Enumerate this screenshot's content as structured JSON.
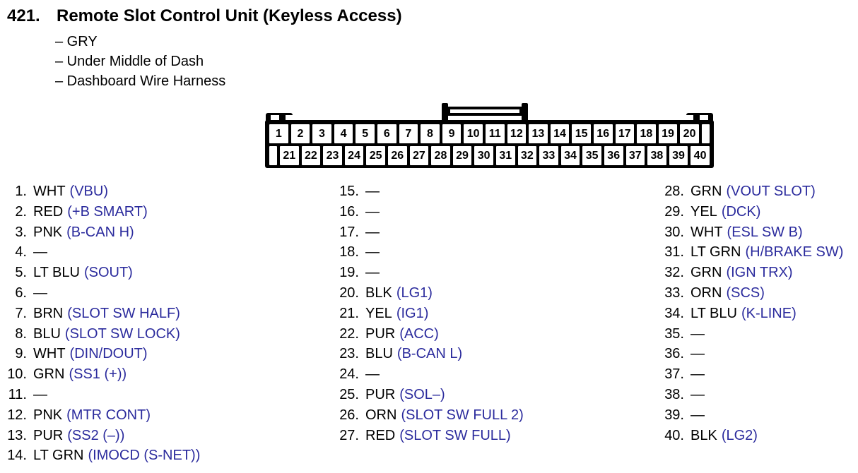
{
  "page": {
    "title_number": "421.",
    "title": "Remote Slot Control Unit (Keyless Access)",
    "details": [
      "– GRY",
      "– Under Middle of Dash",
      "– Dashboard Wire Harness"
    ]
  },
  "colors": {
    "signal_blue": "#2b2b9d",
    "text": "#000000",
    "background": "#ffffff"
  },
  "connector": {
    "top_pins": [
      "1",
      "2",
      "3",
      "4",
      "5",
      "6",
      "7",
      "8",
      "9",
      "10",
      "11",
      "12",
      "13",
      "14",
      "15",
      "16",
      "17",
      "18",
      "19",
      "20"
    ],
    "bottom_pins": [
      "21",
      "22",
      "23",
      "24",
      "25",
      "26",
      "27",
      "28",
      "29",
      "30",
      "31",
      "32",
      "33",
      "34",
      "35",
      "36",
      "37",
      "38",
      "39",
      "40"
    ]
  },
  "pin_list": {
    "columns": [
      [
        {
          "num": "1.",
          "wire": "WHT",
          "signal": "(VBU)"
        },
        {
          "num": "2.",
          "wire": "RED",
          "signal": "(+B SMART)"
        },
        {
          "num": "3.",
          "wire": "PNK",
          "signal": "(B-CAN H)"
        },
        {
          "num": "4.",
          "wire": "—",
          "signal": ""
        },
        {
          "num": "5.",
          "wire": "LT BLU",
          "signal": "(SOUT)"
        },
        {
          "num": "6.",
          "wire": "—",
          "signal": ""
        },
        {
          "num": "7.",
          "wire": "BRN",
          "signal": "(SLOT SW HALF)"
        },
        {
          "num": "8.",
          "wire": "BLU",
          "signal": "(SLOT SW LOCK)"
        },
        {
          "num": "9.",
          "wire": "WHT",
          "signal": "(DIN/DOUT)"
        },
        {
          "num": "10.",
          "wire": "GRN",
          "signal": "(SS1 (+))"
        },
        {
          "num": "11.",
          "wire": "—",
          "signal": ""
        },
        {
          "num": "12.",
          "wire": "PNK",
          "signal": "(MTR CONT)"
        },
        {
          "num": "13.",
          "wire": "PUR",
          "signal": "(SS2 (–))"
        },
        {
          "num": "14.",
          "wire": "LT GRN",
          "signal": "(IMOCD (S-NET))"
        }
      ],
      [
        {
          "num": "15.",
          "wire": "—",
          "signal": ""
        },
        {
          "num": "16.",
          "wire": "—",
          "signal": ""
        },
        {
          "num": "17.",
          "wire": "—",
          "signal": ""
        },
        {
          "num": "18.",
          "wire": "—",
          "signal": ""
        },
        {
          "num": "19.",
          "wire": "—",
          "signal": ""
        },
        {
          "num": "20.",
          "wire": "BLK",
          "signal": "(LG1)"
        },
        {
          "num": "21.",
          "wire": "YEL",
          "signal": "(IG1)"
        },
        {
          "num": "22.",
          "wire": "PUR",
          "signal": "(ACC)"
        },
        {
          "num": "23.",
          "wire": "BLU",
          "signal": "(B-CAN L)"
        },
        {
          "num": "24.",
          "wire": "—",
          "signal": ""
        },
        {
          "num": "25.",
          "wire": "PUR",
          "signal": "(SOL–)"
        },
        {
          "num": "26.",
          "wire": "ORN",
          "signal": "(SLOT SW FULL 2)"
        },
        {
          "num": "27.",
          "wire": "RED",
          "signal": "(SLOT SW FULL)"
        }
      ],
      [
        {
          "num": "28.",
          "wire": "GRN",
          "signal": "(VOUT SLOT)"
        },
        {
          "num": "29.",
          "wire": "YEL",
          "signal": "(DCK)"
        },
        {
          "num": "30.",
          "wire": "WHT",
          "signal": "(ESL SW B)"
        },
        {
          "num": "31.",
          "wire": "LT GRN",
          "signal": "(H/BRAKE SW)"
        },
        {
          "num": "32.",
          "wire": "GRN",
          "signal": "(IGN TRX)"
        },
        {
          "num": "33.",
          "wire": "ORN",
          "signal": "(SCS)"
        },
        {
          "num": "34.",
          "wire": "LT BLU",
          "signal": "(K-LINE)"
        },
        {
          "num": "35.",
          "wire": "—",
          "signal": ""
        },
        {
          "num": "36.",
          "wire": "—",
          "signal": ""
        },
        {
          "num": "37.",
          "wire": "—",
          "signal": ""
        },
        {
          "num": "38.",
          "wire": "—",
          "signal": ""
        },
        {
          "num": "39.",
          "wire": "—",
          "signal": ""
        },
        {
          "num": "40.",
          "wire": "BLK",
          "signal": "(LG2)"
        }
      ]
    ]
  }
}
